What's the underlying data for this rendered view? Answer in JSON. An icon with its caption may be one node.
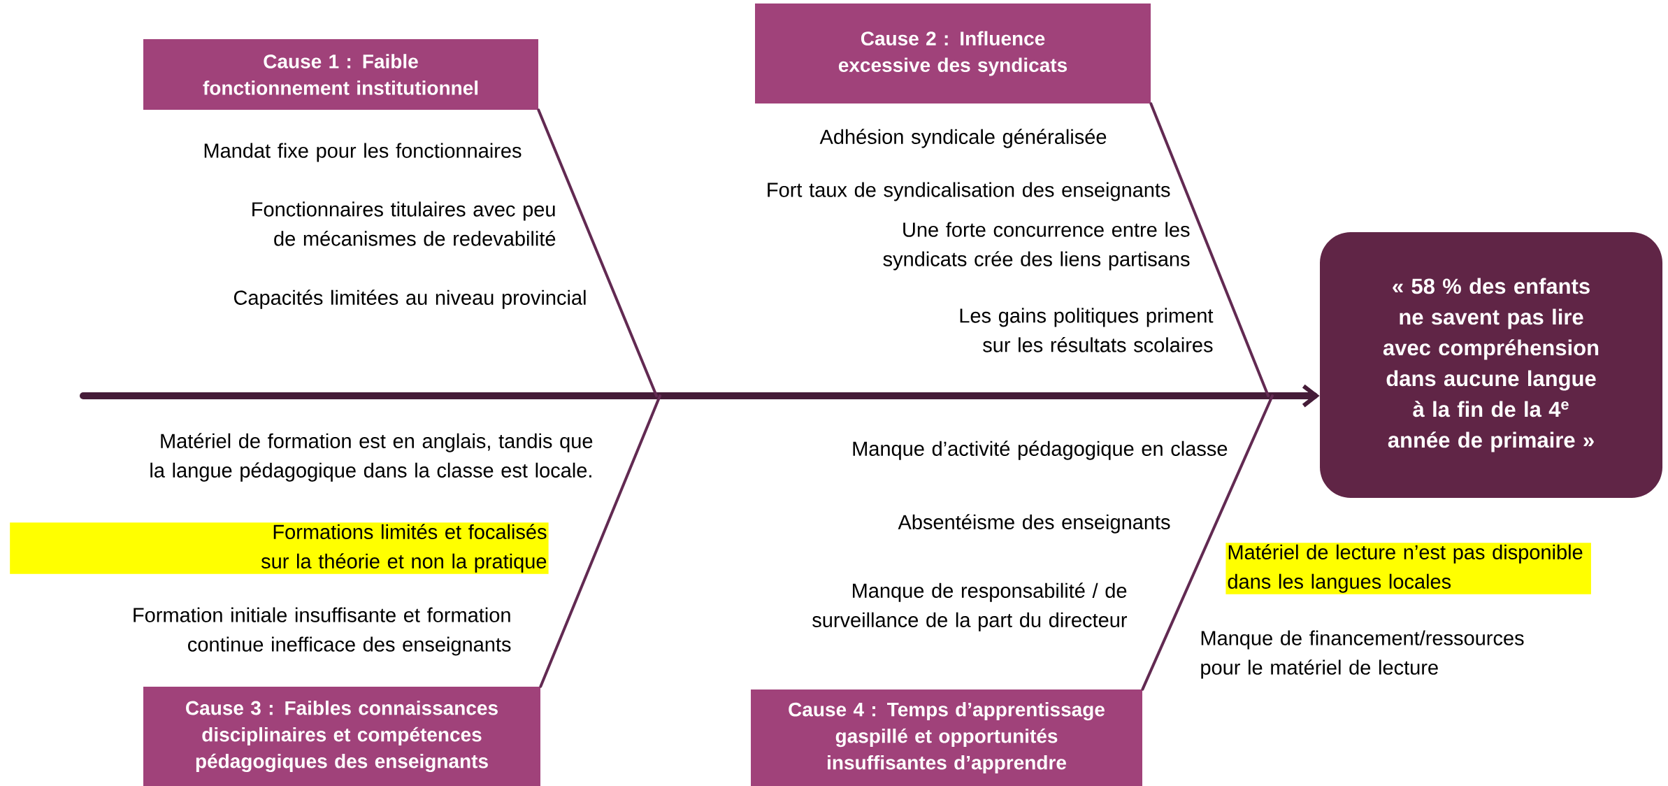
{
  "diagram": {
    "nodes": [
      {
        "text": [
          "Cause 1 : Faible fonctionnement institutionnel"
        ],
        "beside": [
          "Mandat fixe pour les fonctionnaires",
          "Fonctionnaires titulaires avec peu de mécanismes de redevabilité",
          "Capacités limitées au niveau provincial"
        ]
      },
      {
        "text": [
          "Cause 2 : Influence excessive des syndicats"
        ],
        "beside": [
          "Adhésion syndicale généralisée",
          "Fort taux de syndicalisation des enseignants",
          "Une forte concurrence entre les syndicats crée des liens partisans",
          "Les gains politiques priment sur les résultats scolaires"
        ]
      },
      {
        "text": [
          "Cause 3 : Faibles connaissances disciplinaires et compétences pédagogiques des enseignants"
        ],
        "beside": [
          "Matériel de formation est en anglais, tandis que la langue pédagogique dans la classe est locale.",
          "Formations limités et focalisés sur la théorie et non la pratique",
          "Formation initiale insuffisante et formation continue inefficace des enseignants"
        ]
      },
      {
        "text": [
          "Cause 4 : Temps d’apprentissage gaspillé et opportunités insuffisantes d’apprendre"
        ],
        "beside": [
          "Manque d’activité pédagogique en classe",
          "Absentéisme des enseignants",
          "Manque de responsabilité / de surveillance de la part du directeur"
        ]
      },
      {
        "text": [
          "« 58 % des enfants ne savent pas lire avec compréhension dans aucune langue à la fin de la 4$^{e}$ année de primaire »"
        ]
      }
    ],
    "edges": [
      {
        "from": null,
        "to": 4,
        "arrow": "to",
        "style": "thick",
        "color": "#451c38"
      },
      {
        "from": 0,
        "to": null,
        "arrow": "none"
      },
      {
        "from": 1,
        "to": null,
        "arrow": "none"
      },
      {
        "from": 2,
        "to": null,
        "arrow": "none"
      },
      {
        "from": 3,
        "to": null,
        "arrow": "none"
      }
    ],
    "labels": [
      "Matériel de lecture n’est pas disponible dans les langues locales",
      "Manque de financement/ressources pour le matériel de lecture"
    ]
  }
}
